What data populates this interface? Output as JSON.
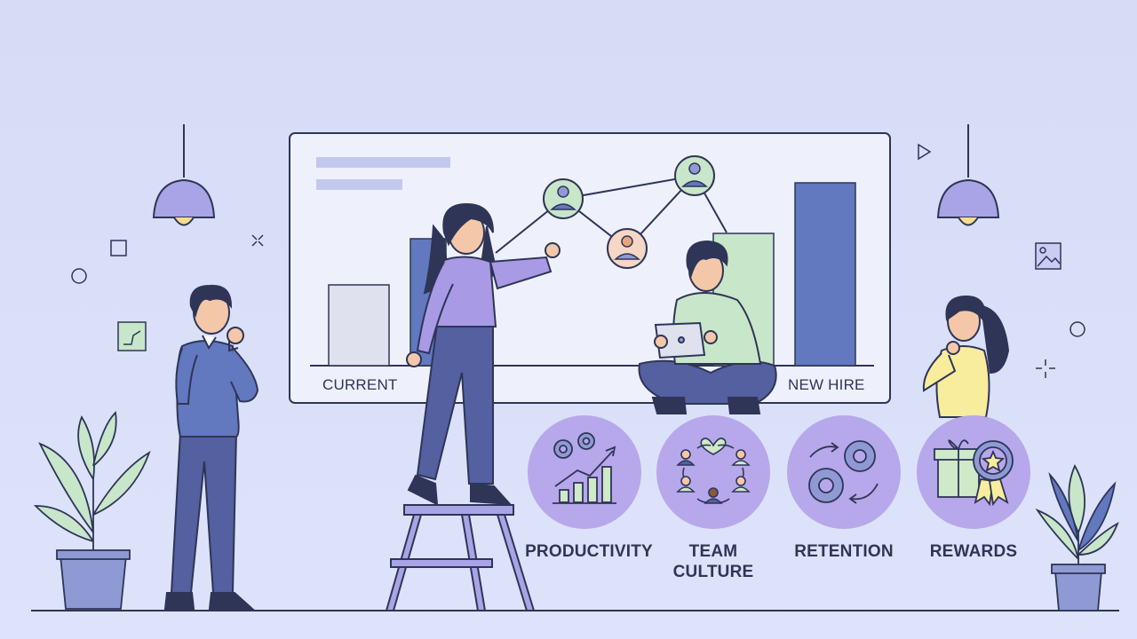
{
  "board": {
    "left_label": "CURRENT",
    "right_label": "NEW HIRE"
  },
  "themes": [
    {
      "label": "PRODUCTIVITY",
      "icon": "productivity-chart-gears-icon"
    },
    {
      "label": "TEAM\nCULTURE",
      "icon": "team-circle-heart-icon"
    },
    {
      "label": "RETENTION",
      "icon": "retention-gears-cycle-icon"
    },
    {
      "label": "REWARDS",
      "icon": "gift-award-ribbon-icon"
    }
  ],
  "colors": {
    "background": "#d3dbf6",
    "board": "#eef0fb",
    "outline": "#2e3557",
    "bar_gray": "#dfe2ee",
    "bar_blue": "#6278bf",
    "bar_green": "#c8e6c9",
    "theme_circle": "#b7a7eb",
    "person_purple": "#a99ae6",
    "person_navy": "#54609f",
    "person_green": "#cfe9c9",
    "person_yellow": "#f7ed9c"
  }
}
